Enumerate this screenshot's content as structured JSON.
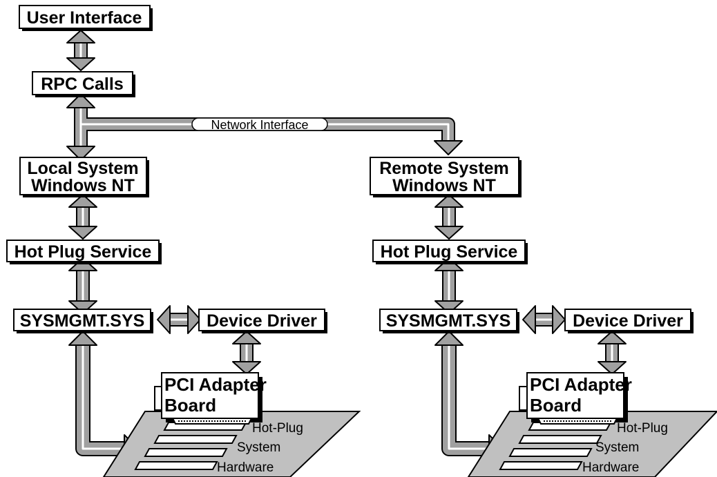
{
  "labels": {
    "user_interface": "User Interface",
    "rpc_calls": "RPC Calls",
    "network_interface": "Network Interface",
    "local_system_line1": "Local System",
    "local_system_line2": "Windows NT",
    "remote_system_line1": "Remote System",
    "remote_system_line2": "Windows NT",
    "hot_plug_service": "Hot Plug Service",
    "sysmgmt": "SYSMGMT.SYS",
    "device_driver": "Device Driver",
    "pci_line1": "PCI Adapter",
    "pci_line2": "Board",
    "hw_line1": "Hot-Plug",
    "hw_line2": "System",
    "hw_line3": "Hardware"
  }
}
